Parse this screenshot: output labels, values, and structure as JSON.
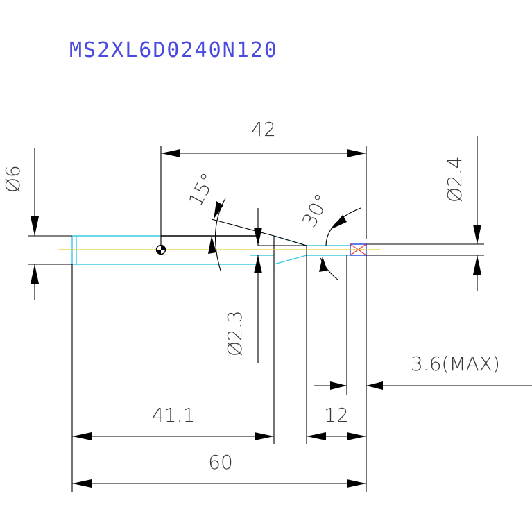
{
  "title": "MS2XL6D0240N120",
  "dimensions": {
    "total_length_from_center": "42",
    "shank_diameter": "Ø6",
    "angle_15": "15°",
    "angle_30": "30°",
    "tip_diameter": "Ø2.4",
    "neck_diameter": "Ø2.3",
    "max_depth": "3.6(MAX)",
    "body_length": "41.1",
    "effective_length": "12",
    "overall_length": "60"
  },
  "colors": {
    "title": "#4a4ae0",
    "outline": "#000000",
    "hidden": "#3cc8e6",
    "center": "#e8d030",
    "tip": "#2040e0"
  }
}
